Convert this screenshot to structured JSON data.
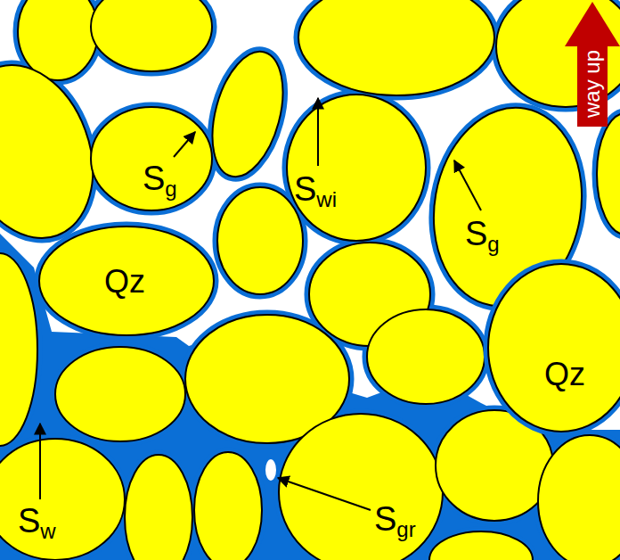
{
  "diagram": {
    "nodes": [
      {
        "text": [
          "way up"
        ]
      },
      {
        "text": [
          "Qz"
        ]
      },
      {
        "text": [
          "Qz"
        ]
      }
    ],
    "labels": [
      "Sg",
      "Swi",
      "Sg",
      "Sw",
      "Sgr"
    ]
  }
}
